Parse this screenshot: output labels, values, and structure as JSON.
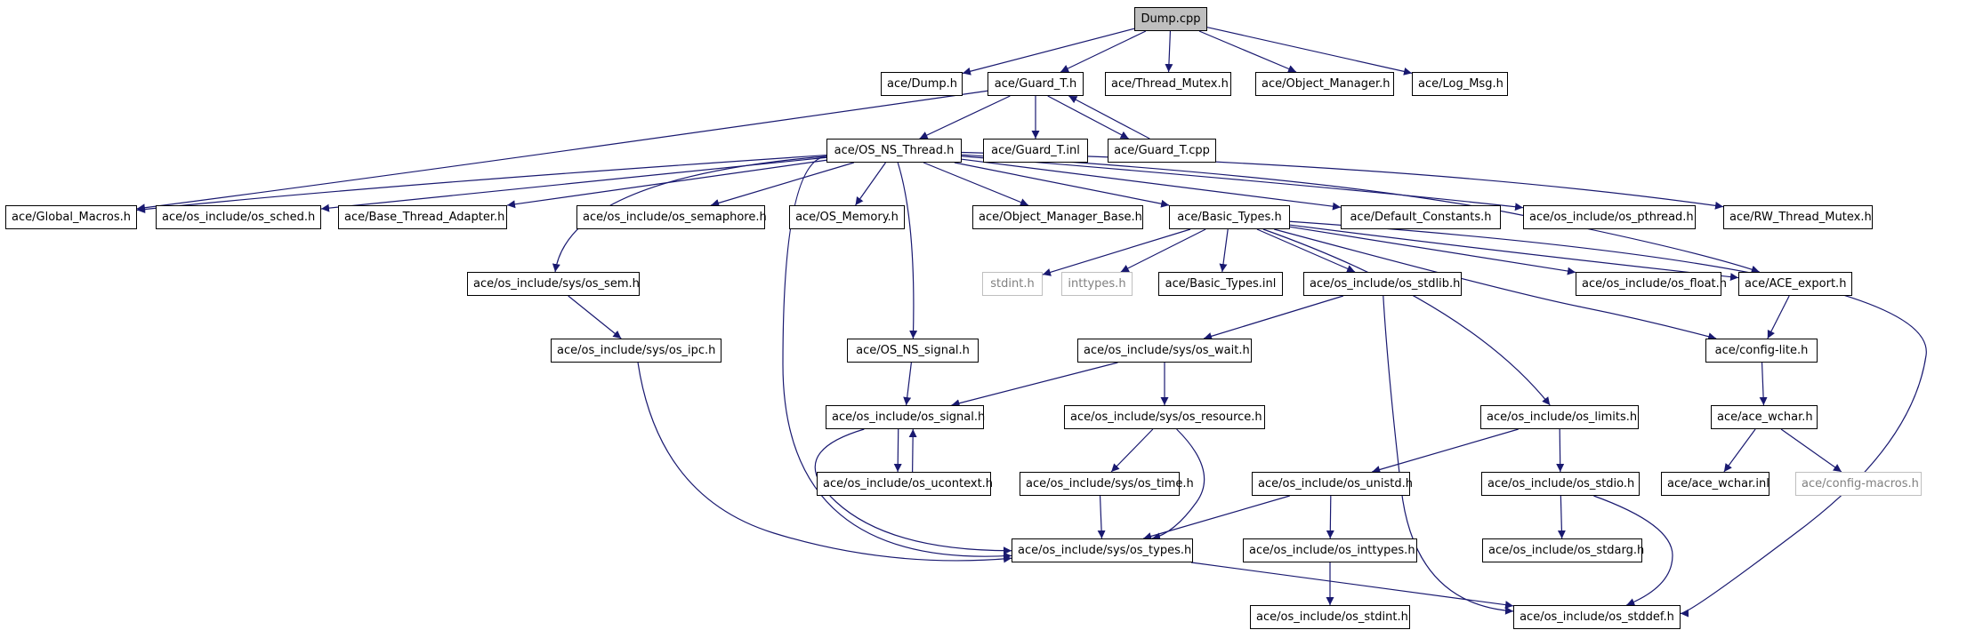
{
  "nodes": [
    {
      "id": "dump_cpp",
      "label": "Dump.cpp",
      "type": "root"
    },
    {
      "id": "dump_h",
      "label": "ace/Dump.h"
    },
    {
      "id": "guard_h",
      "label": "ace/Guard_T.h"
    },
    {
      "id": "thread_mutex",
      "label": "ace/Thread_Mutex.h"
    },
    {
      "id": "object_manager",
      "label": "ace/Object_Manager.h"
    },
    {
      "id": "log_msg",
      "label": "ace/Log_Msg.h"
    },
    {
      "id": "os_ns_thread",
      "label": "ace/OS_NS_Thread.h"
    },
    {
      "id": "guard_inl",
      "label": "ace/Guard_T.inl"
    },
    {
      "id": "guard_cpp",
      "label": "ace/Guard_T.cpp"
    },
    {
      "id": "global_macros",
      "label": "ace/Global_Macros.h"
    },
    {
      "id": "os_sched",
      "label": "ace/os_include/os_sched.h"
    },
    {
      "id": "base_thread_adapter",
      "label": "ace/Base_Thread_Adapter.h"
    },
    {
      "id": "os_semaphore",
      "label": "ace/os_include/os_semaphore.h"
    },
    {
      "id": "os_memory",
      "label": "ace/OS_Memory.h"
    },
    {
      "id": "object_manager_base",
      "label": "ace/Object_Manager_Base.h"
    },
    {
      "id": "basic_types",
      "label": "ace/Basic_Types.h"
    },
    {
      "id": "default_constants",
      "label": "ace/Default_Constants.h"
    },
    {
      "id": "os_pthread",
      "label": "ace/os_include/os_pthread.h"
    },
    {
      "id": "rw_thread_mutex",
      "label": "ace/RW_Thread_Mutex.h"
    },
    {
      "id": "os_sem",
      "label": "ace/os_include/sys/os_sem.h"
    },
    {
      "id": "stdint_h",
      "label": "stdint.h",
      "type": "missing"
    },
    {
      "id": "inttypes_h",
      "label": "inttypes.h",
      "type": "missing"
    },
    {
      "id": "basic_types_inl",
      "label": "ace/Basic_Types.inl"
    },
    {
      "id": "os_stdlib",
      "label": "ace/os_include/os_stdlib.h"
    },
    {
      "id": "os_float",
      "label": "ace/os_include/os_float.h"
    },
    {
      "id": "ace_export",
      "label": "ace/ACE_export.h"
    },
    {
      "id": "os_ipc",
      "label": "ace/os_include/sys/os_ipc.h"
    },
    {
      "id": "os_ns_signal",
      "label": "ace/OS_NS_signal.h"
    },
    {
      "id": "os_wait",
      "label": "ace/os_include/sys/os_wait.h"
    },
    {
      "id": "config_lite",
      "label": "ace/config-lite.h"
    },
    {
      "id": "os_signal",
      "label": "ace/os_include/os_signal.h"
    },
    {
      "id": "os_resource",
      "label": "ace/os_include/sys/os_resource.h"
    },
    {
      "id": "os_limits",
      "label": "ace/os_include/os_limits.h"
    },
    {
      "id": "ace_wchar",
      "label": "ace/ace_wchar.h"
    },
    {
      "id": "os_ucontext",
      "label": "ace/os_include/os_ucontext.h"
    },
    {
      "id": "os_time",
      "label": "ace/os_include/sys/os_time.h"
    },
    {
      "id": "os_unistd",
      "label": "ace/os_include/os_unistd.h"
    },
    {
      "id": "os_stdio",
      "label": "ace/os_include/os_stdio.h"
    },
    {
      "id": "ace_wchar_inl",
      "label": "ace/ace_wchar.inl"
    },
    {
      "id": "config_macros",
      "label": "ace/config-macros.h",
      "type": "missing"
    },
    {
      "id": "os_types",
      "label": "ace/os_include/sys/os_types.h"
    },
    {
      "id": "os_inttypes",
      "label": "ace/os_include/os_inttypes.h"
    },
    {
      "id": "os_stdarg",
      "label": "ace/os_include/os_stdarg.h"
    },
    {
      "id": "os_stdint",
      "label": "ace/os_include/os_stdint.h"
    },
    {
      "id": "os_stddef",
      "label": "ace/os_include/os_stddef.h"
    }
  ],
  "edges": [
    [
      "dump_cpp",
      "dump_h"
    ],
    [
      "dump_cpp",
      "guard_h"
    ],
    [
      "dump_cpp",
      "thread_mutex"
    ],
    [
      "dump_cpp",
      "object_manager"
    ],
    [
      "dump_cpp",
      "log_msg"
    ],
    [
      "guard_h",
      "global_macros"
    ],
    [
      "guard_h",
      "os_ns_thread"
    ],
    [
      "guard_h",
      "guard_inl"
    ],
    [
      "guard_h",
      "guard_cpp"
    ],
    [
      "guard_cpp",
      "guard_h"
    ],
    [
      "os_ns_thread",
      "global_macros"
    ],
    [
      "os_ns_thread",
      "os_sched"
    ],
    [
      "os_ns_thread",
      "base_thread_adapter"
    ],
    [
      "os_ns_thread",
      "os_semaphore"
    ],
    [
      "os_ns_thread",
      "os_memory"
    ],
    [
      "os_ns_thread",
      "object_manager_base"
    ],
    [
      "os_ns_thread",
      "basic_types"
    ],
    [
      "os_ns_thread",
      "default_constants"
    ],
    [
      "os_ns_thread",
      "os_pthread"
    ],
    [
      "os_ns_thread",
      "rw_thread_mutex"
    ],
    [
      "os_ns_thread",
      "os_sem"
    ],
    [
      "os_ns_thread",
      "os_ns_signal"
    ],
    [
      "os_ns_thread",
      "os_types"
    ],
    [
      "os_ns_thread",
      "ace_export"
    ],
    [
      "basic_types",
      "stdint_h"
    ],
    [
      "basic_types",
      "inttypes_h"
    ],
    [
      "basic_types",
      "basic_types_inl"
    ],
    [
      "basic_types",
      "os_stdlib"
    ],
    [
      "basic_types",
      "os_float"
    ],
    [
      "basic_types",
      "ace_export"
    ],
    [
      "basic_types",
      "config_lite"
    ],
    [
      "basic_types",
      "os_limits"
    ],
    [
      "basic_types",
      "os_stddef"
    ],
    [
      "os_sem",
      "os_ipc"
    ],
    [
      "os_ipc",
      "os_types"
    ],
    [
      "os_ns_signal",
      "os_signal"
    ],
    [
      "os_stdlib",
      "os_wait"
    ],
    [
      "os_stdlib",
      "os_stddef"
    ],
    [
      "os_wait",
      "os_signal"
    ],
    [
      "os_wait",
      "os_resource"
    ],
    [
      "os_signal",
      "os_ucontext"
    ],
    [
      "os_ucontext",
      "os_signal"
    ],
    [
      "os_signal",
      "os_types"
    ],
    [
      "os_resource",
      "os_time"
    ],
    [
      "os_resource",
      "os_types"
    ],
    [
      "os_time",
      "os_types"
    ],
    [
      "os_limits",
      "os_unistd"
    ],
    [
      "os_limits",
      "os_stdio"
    ],
    [
      "os_unistd",
      "os_types"
    ],
    [
      "os_unistd",
      "os_inttypes"
    ],
    [
      "os_inttypes",
      "os_stdint"
    ],
    [
      "os_stdio",
      "os_stdarg"
    ],
    [
      "os_stdio",
      "os_stddef"
    ],
    [
      "os_types",
      "os_stddef"
    ],
    [
      "ace_export",
      "config_lite"
    ],
    [
      "config_lite",
      "ace_wchar"
    ],
    [
      "ace_wchar",
      "ace_wchar_inl"
    ],
    [
      "ace_wchar",
      "config_macros"
    ]
  ],
  "colors": {
    "edge": "#191970",
    "root_fill": "#bfbfbf",
    "missing_border": "#bfbfbf",
    "missing_text": "#808080"
  }
}
